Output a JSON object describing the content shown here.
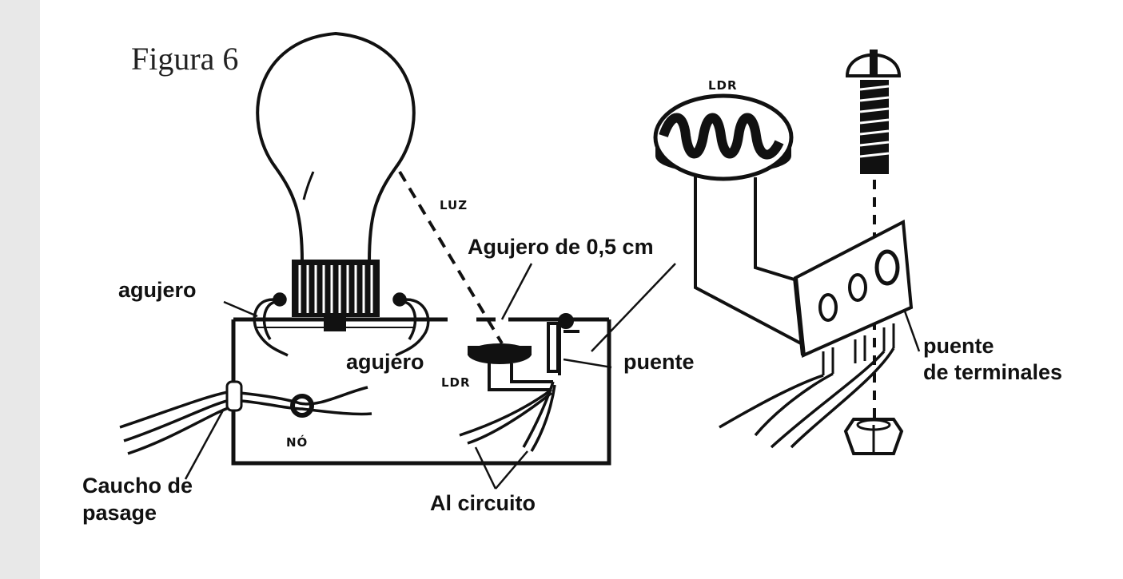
{
  "figure": {
    "title": "Figura 6",
    "labels": {
      "luz": "LUZ",
      "agujero_size": "Agujero de 0,5 cm",
      "agujero_top": "agujero",
      "agujero_mid": "agujero",
      "ldr_box": "LDR",
      "puente": "puente",
      "no": "NÓ",
      "caucho_1": "Caucho de",
      "caucho_2": "pasage",
      "al_circuito": "Al circuito",
      "ldr_detail": "LDR",
      "puente_terminales_1": "puente",
      "puente_terminales_2": "de terminales"
    }
  },
  "colors": {
    "ink": "#111111",
    "background": "#ffffff",
    "shade": "#e8e8e8"
  }
}
